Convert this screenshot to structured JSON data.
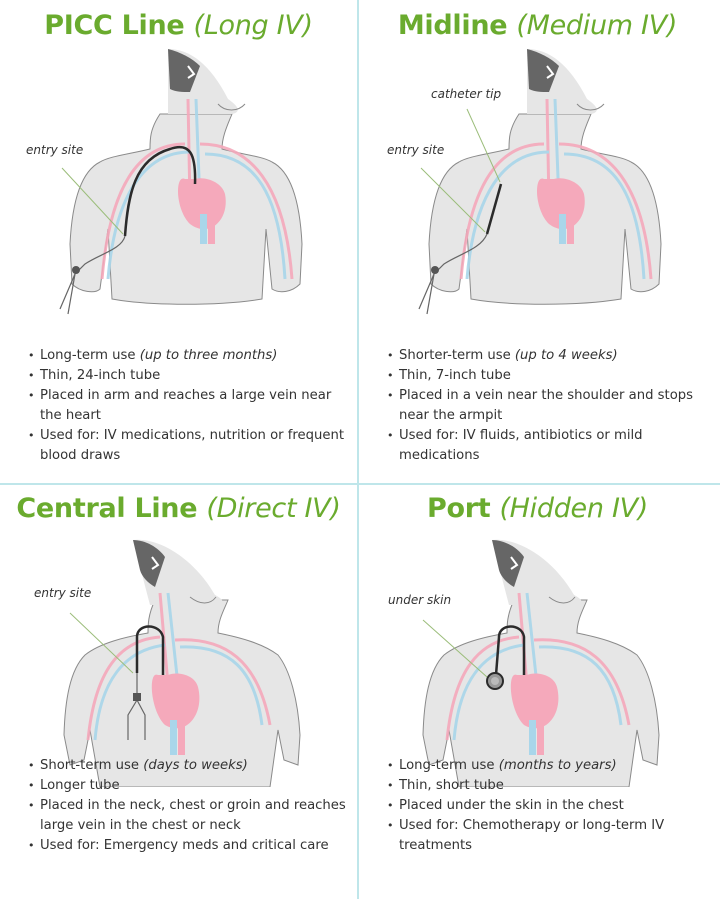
{
  "colors": {
    "title_green": "#6aab2e",
    "divider": "#bfe6ea",
    "body_fill": "#e6e6e6",
    "artery_pink": "#f5a9bb",
    "vein_blue": "#a9d6ea",
    "catheter": "#2b2b2b"
  },
  "panels": [
    {
      "id": "picc",
      "title": "PICC Line",
      "subtitle": "(Long IV)",
      "labels": [
        "entry site"
      ],
      "bullets": [
        {
          "text": "Long-term use ",
          "italic": "(up to three months)"
        },
        {
          "text": "Thin, 24-inch tube",
          "italic": ""
        },
        {
          "text": "Placed in arm and reaches a large vein near the heart",
          "italic": ""
        },
        {
          "text": "Used for: IV medications, nutrition or frequent blood draws",
          "italic": ""
        }
      ]
    },
    {
      "id": "midline",
      "title": "Midline",
      "subtitle": "(Medium IV)",
      "labels": [
        "catheter tip",
        "entry site"
      ],
      "bullets": [
        {
          "text": "Shorter-term use ",
          "italic": "(up to 4 weeks)"
        },
        {
          "text": "Thin, 7-inch tube",
          "italic": ""
        },
        {
          "text": "Placed in a vein near the shoulder and stops near the armpit",
          "italic": ""
        },
        {
          "text": "Used for: IV fluids, antibiotics or mild medications",
          "italic": ""
        }
      ]
    },
    {
      "id": "central",
      "title": "Central Line",
      "subtitle": "(Direct IV)",
      "labels": [
        "entry site"
      ],
      "bullets": [
        {
          "text": "Short-term use ",
          "italic": "(days to weeks)"
        },
        {
          "text": "Longer tube",
          "italic": ""
        },
        {
          "text": "Placed in the neck, chest or groin and reaches large vein in the chest or neck",
          "italic": ""
        },
        {
          "text": "Used for: Emergency meds and critical care",
          "italic": ""
        }
      ]
    },
    {
      "id": "port",
      "title": "Port",
      "subtitle": "(Hidden IV)",
      "labels": [
        "under skin"
      ],
      "bullets": [
        {
          "text": "Long-term use ",
          "italic": "(months to years)"
        },
        {
          "text": "Thin, short tube",
          "italic": ""
        },
        {
          "text": "Placed under the skin in the chest",
          "italic": ""
        },
        {
          "text": "Used for: Chemotherapy or long-term IV treatments",
          "italic": ""
        }
      ]
    }
  ]
}
